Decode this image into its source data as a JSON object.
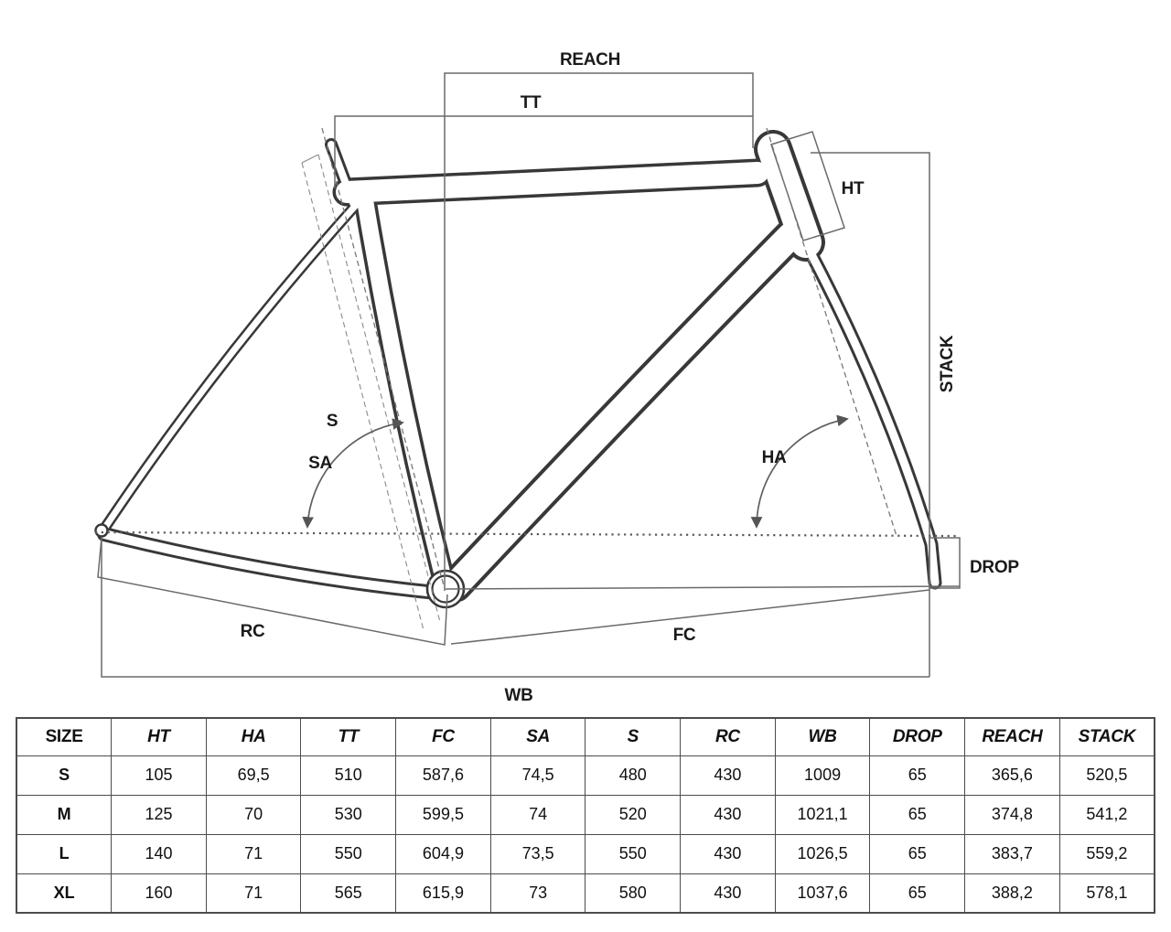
{
  "diagram": {
    "labels": {
      "reach": "REACH",
      "tt": "TT",
      "ht": "HT",
      "stack": "STACK",
      "ha": "HA",
      "s": "S",
      "sa": "SA",
      "drop": "DROP",
      "rc": "RC",
      "fc": "FC",
      "wb": "WB"
    }
  },
  "table": {
    "columns": [
      "SIZE",
      "HT",
      "HA",
      "TT",
      "FC",
      "SA",
      "S",
      "RC",
      "WB",
      "DROP",
      "REACH",
      "STACK"
    ],
    "rows": [
      [
        "S",
        "105",
        "69,5",
        "510",
        "587,6",
        "74,5",
        "480",
        "430",
        "1009",
        "65",
        "365,6",
        "520,5"
      ],
      [
        "M",
        "125",
        "70",
        "530",
        "599,5",
        "74",
        "520",
        "430",
        "1021,1",
        "65",
        "374,8",
        "541,2"
      ],
      [
        "L",
        "140",
        "71",
        "550",
        "604,9",
        "73,5",
        "550",
        "430",
        "1026,5",
        "65",
        "383,7",
        "559,2"
      ],
      [
        "XL",
        "160",
        "71",
        "565",
        "615,9",
        "73",
        "580",
        "430",
        "1037,6",
        "65",
        "388,2",
        "578,1"
      ]
    ]
  }
}
